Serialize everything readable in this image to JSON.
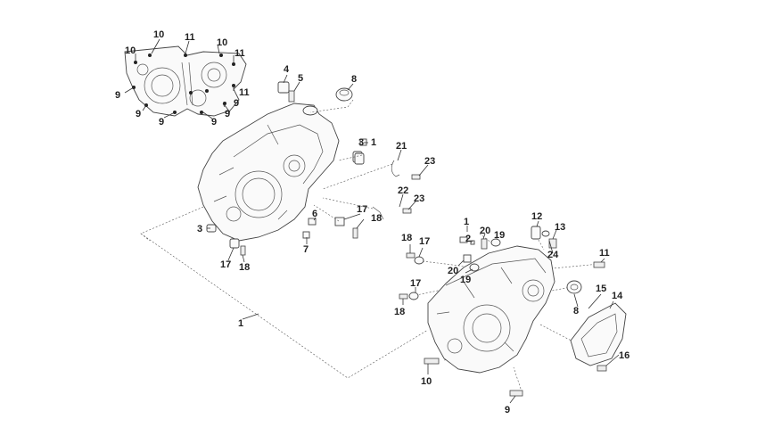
{
  "callouts": {
    "c_tl_10a": "10",
    "c_tl_11a": "11",
    "c_tl_10b": "10",
    "c_tl_10c": "10",
    "c_tl_11b": "11",
    "c_tl_9a": "9",
    "c_tl_11c": "11",
    "c_tl_9b": "9",
    "c_tl_9c": "9",
    "c_tl_9d": "9",
    "c_tl_9e": "9",
    "c_4": "4",
    "c_5": "5",
    "c_8a": "8",
    "c_3a": "3",
    "c_1a": "1",
    "c_21": "21",
    "c_23a": "23",
    "c_22": "22",
    "c_23b": "23",
    "c_6": "6",
    "c_17a": "17",
    "c_18a": "18",
    "c_7": "7",
    "c_3b": "3",
    "c_17b": "17",
    "c_18b": "18",
    "c_1b": "1",
    "c_1c": "1",
    "c_2": "2",
    "c_20a": "20",
    "c_19a": "19",
    "c_12": "12",
    "c_13": "13",
    "c_24": "24",
    "c_18c": "18",
    "c_17c": "17",
    "c_20b": "20",
    "c_19b": "19",
    "c_11": "11",
    "c_15": "15",
    "c_14": "14",
    "c_8b": "8",
    "c_17d": "17",
    "c_18d": "18",
    "c_16": "16",
    "c_10": "10",
    "c_9": "9"
  }
}
